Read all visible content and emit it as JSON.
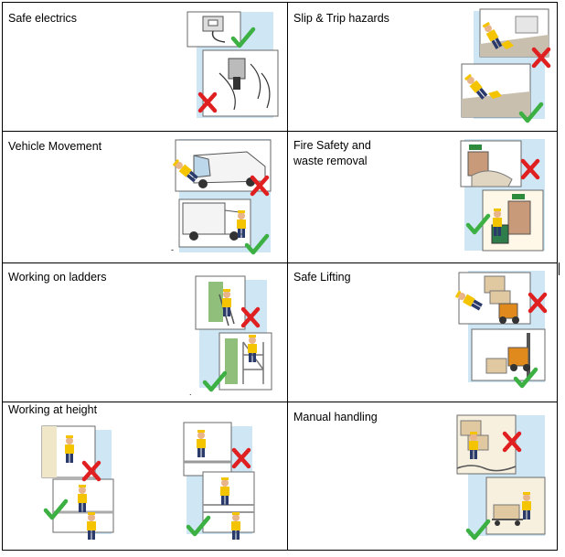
{
  "cells": [
    {
      "label": "Safe electrics",
      "illustration": "safe-electrics-illustration"
    },
    {
      "label": "Slip & Trip hazards",
      "illustration": "slip-trip-illustration"
    },
    {
      "label": "Vehicle Movement",
      "illustration": "vehicle-movement-illustration"
    },
    {
      "label": "Fire Safety and\nwaste removal",
      "illustration": "fire-safety-illustration"
    },
    {
      "label": "Working on ladders",
      "illustration": "ladders-illustration"
    },
    {
      "label": "Safe Lifting",
      "illustration": "safe-lifting-illustration"
    },
    {
      "label": "Working at height",
      "illustration": "working-at-height-illustration"
    },
    {
      "label": "Manual handling",
      "illustration": "manual-handling-illustration"
    }
  ],
  "marks": {
    "dash": "-",
    "dot": "."
  },
  "colors": {
    "tick": "#3cb043",
    "cross": "#e02020",
    "panel_bg": "#cfe6f5",
    "hivis": "#f4c400",
    "border": "#000000"
  }
}
